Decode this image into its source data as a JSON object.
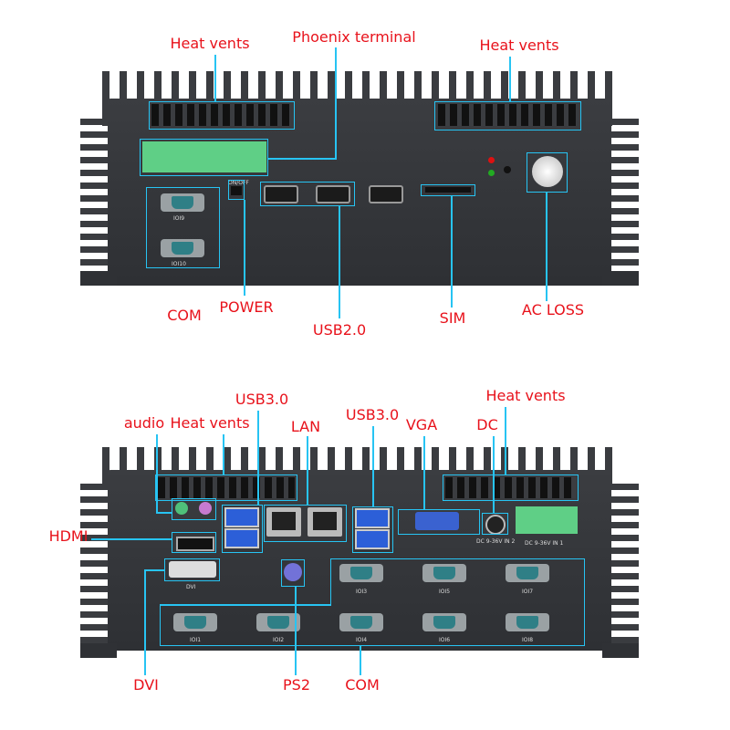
{
  "top_panel": {
    "labels": {
      "heat_vents_left": "Heat vents",
      "phoenix_terminal": "Phoenix terminal",
      "heat_vents_right": "Heat vents",
      "com": "COM",
      "power": "POWER",
      "usb2": "USB2.0",
      "sim": "SIM",
      "ac_loss": "AC LOSS"
    },
    "port_marks": {
      "com9": "IOI9",
      "com10": "IOI10",
      "switch": "ON/OFF"
    }
  },
  "bottom_panel": {
    "labels": {
      "audio": "audio",
      "heat_vents_left": "Heat vents",
      "usb3_left": "USB3.0",
      "lan": "LAN",
      "usb3_right": "USB3.0",
      "vga": "VGA",
      "dc": "DC",
      "heat_vents_right": "Heat vents",
      "hdmi": "HDMI",
      "dvi": "DVI",
      "ps2": "PS2",
      "com": "COM"
    },
    "port_marks": {
      "dvi": "DVI",
      "com": [
        "IOI1",
        "IOI2",
        "IOI3",
        "IOI4",
        "IOI5",
        "IOI6",
        "IOI7",
        "IOI8"
      ],
      "dc2": "DC 9-36V IN 2",
      "dc1": "DC 9-36V IN 1"
    }
  },
  "colors": {
    "label": "#e8121b",
    "callout": "#27c4f3",
    "chassis": "#35373b"
  }
}
